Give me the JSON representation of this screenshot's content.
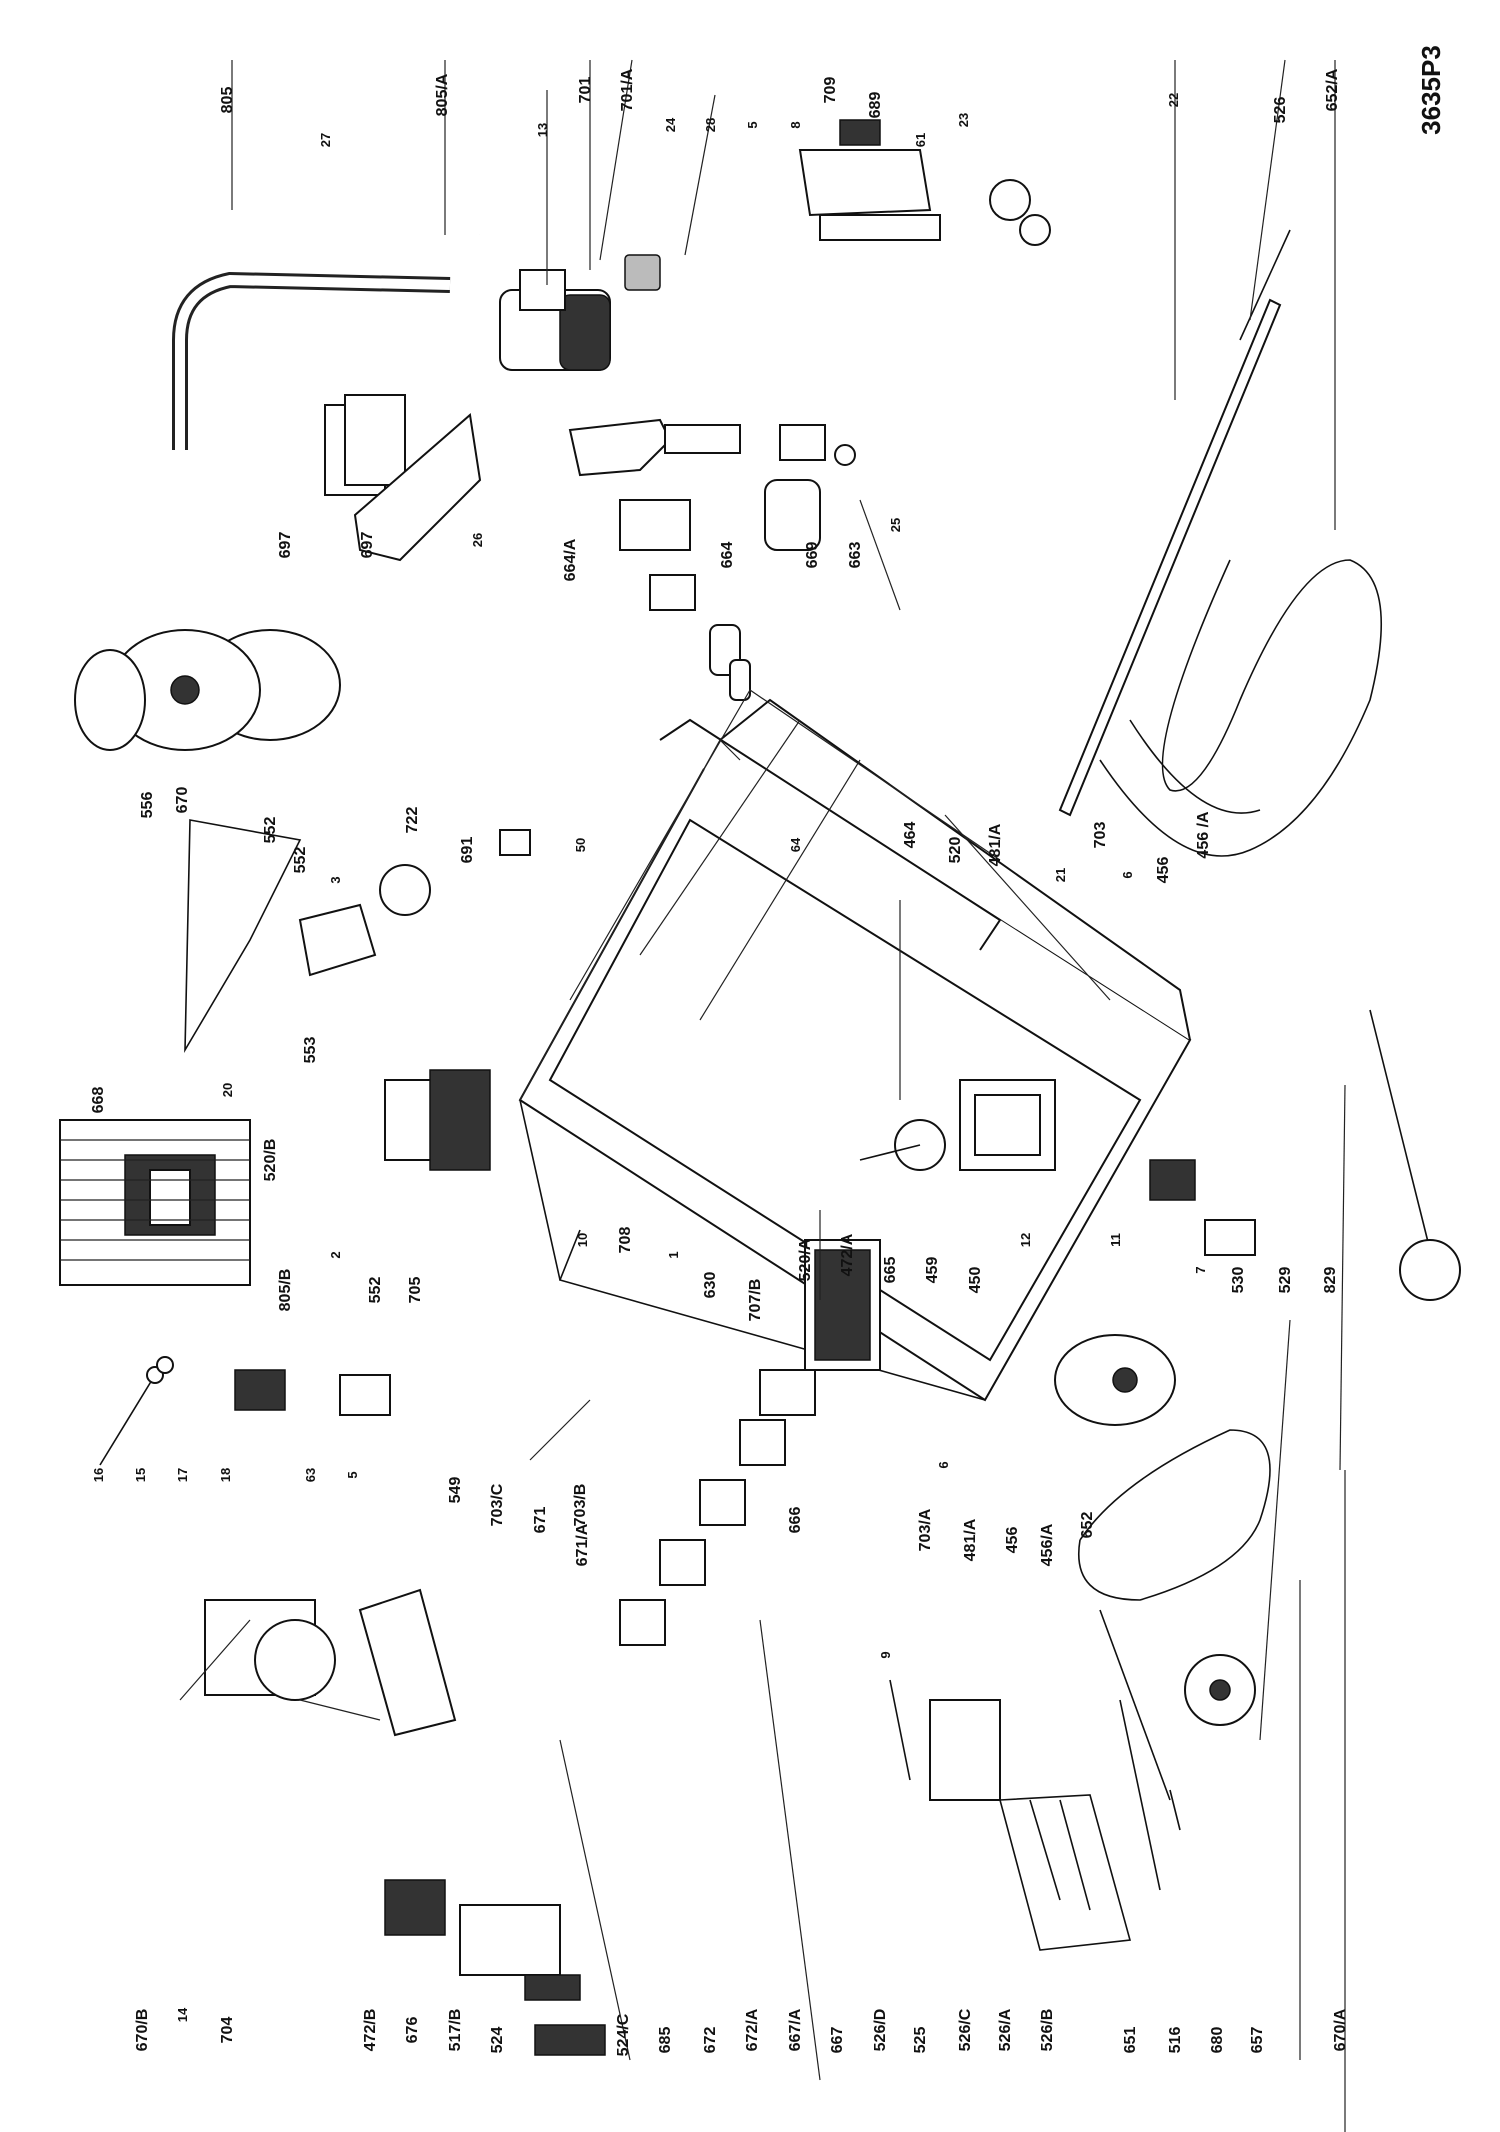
{
  "diagram_code": "3635P3",
  "labels_top": [
    "805",
    "27",
    "805/A",
    "13",
    "701",
    "701/A",
    "24",
    "28",
    "5",
    "8",
    "709",
    "689",
    "61",
    "23",
    "22",
    "526",
    "652/A"
  ],
  "labels_mid_upper": [
    "697",
    "697",
    "26",
    "664/A",
    "664",
    "669",
    "663",
    "25",
    "670",
    "556",
    "552",
    "552",
    "3",
    "722",
    "691",
    "50",
    "64",
    "464",
    "520",
    "481/A",
    "21",
    "703",
    "6",
    "456",
    "456 /A"
  ],
  "labels_center": [
    "668",
    "20",
    "520/B",
    "553",
    "805/B",
    "2",
    "552",
    "705",
    "10",
    "708",
    "1",
    "630",
    "707/B",
    "520/A",
    "472/A",
    "665",
    "459",
    "450",
    "12",
    "11",
    "7",
    "530",
    "529",
    "829"
  ],
  "labels_left_mid": [
    "16",
    "15",
    "17",
    "18",
    "63",
    "5",
    "549",
    "703/C",
    "703/B",
    "666",
    "671",
    "671/A",
    "703/A",
    "6",
    "481/A",
    "456",
    "456/A",
    "652"
  ],
  "labels_bottom": [
    "670/B",
    "14",
    "704",
    "472/B",
    "676",
    "517/B",
    "524",
    "524/C",
    "685",
    "672",
    "672/A",
    "667/A",
    "667",
    "526/D",
    "525",
    "526/C",
    "526/A",
    "526/B",
    "9",
    "651",
    "516",
    "680",
    "657",
    "670/A"
  ]
}
